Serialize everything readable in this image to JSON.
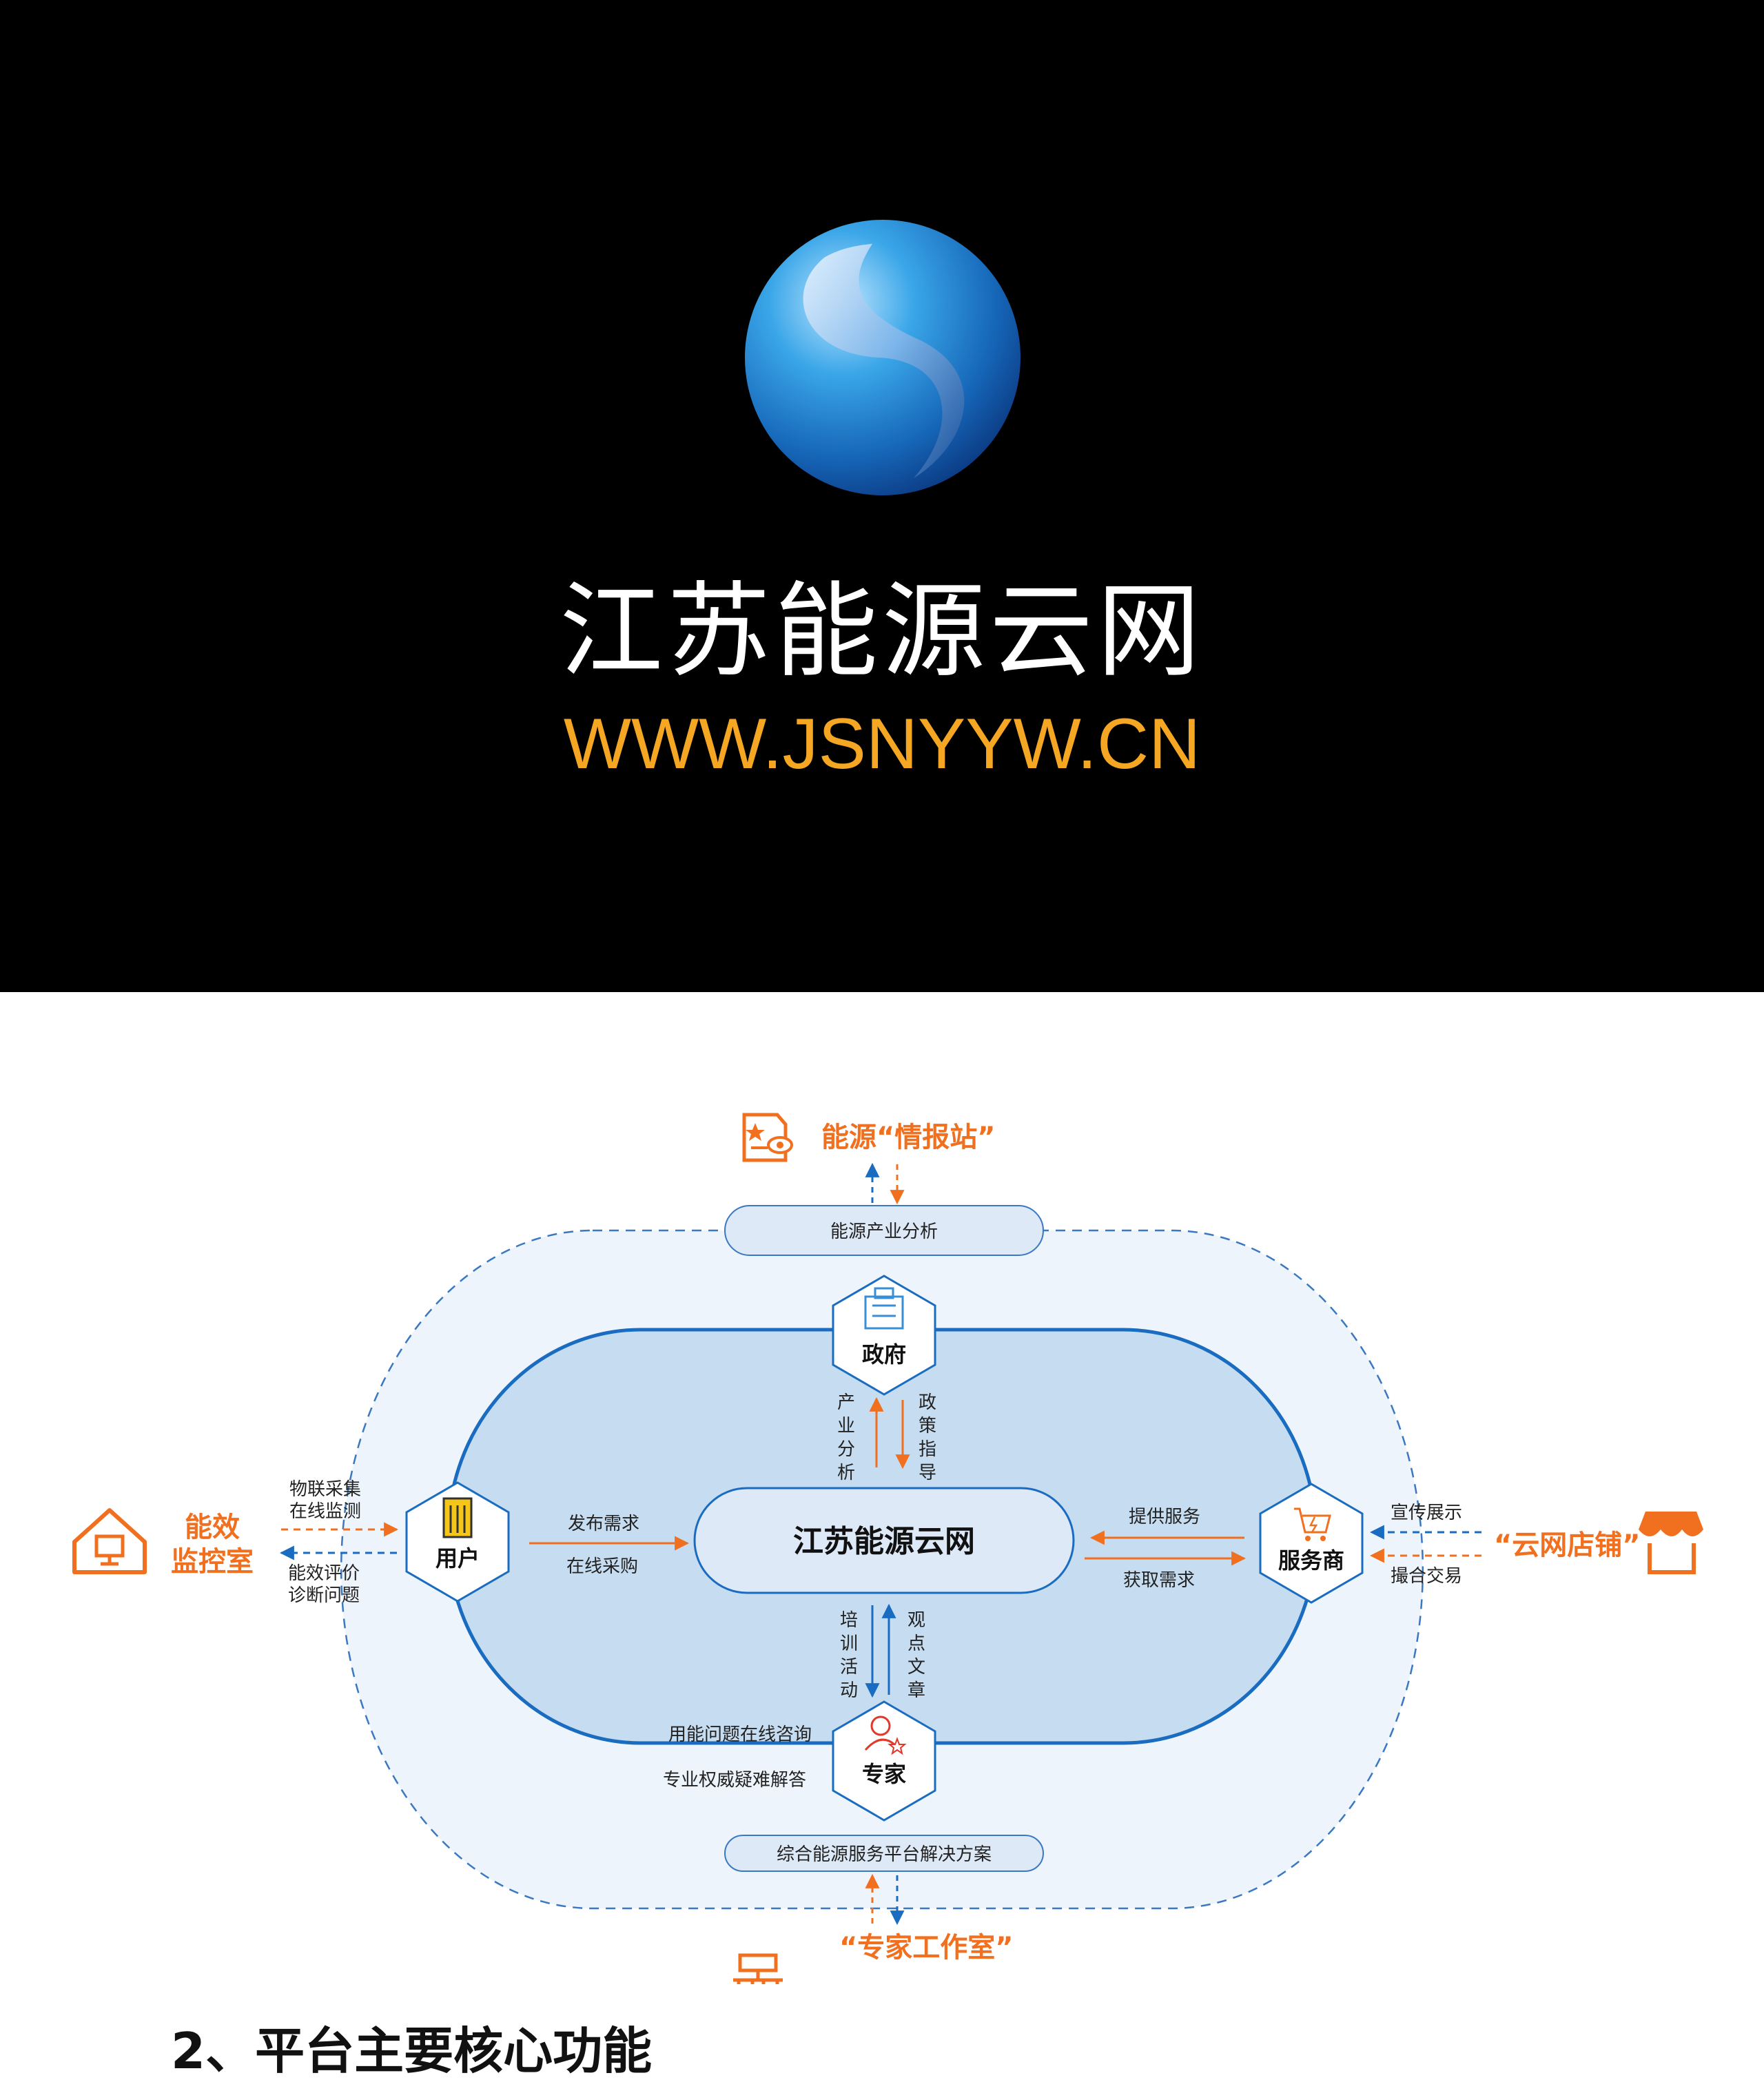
{
  "brand": {
    "title": "江苏能源云网",
    "url": "WWW.JSNYYW.CN",
    "url_color": "#f5a623"
  },
  "section": {
    "title": "2、平台主要核心功能"
  },
  "diagram": {
    "center": "江苏能源云网",
    "top_band_label": "能源产业分析",
    "bottom_band_label": "综合能源服务平台解决方案",
    "nodes": {
      "government": "政府",
      "user": "用户",
      "provider": "服务商",
      "expert": "专家"
    },
    "external": {
      "intel_station": "能源“情报站”",
      "monitor_room_line1": "能效",
      "monitor_room_line2": "监控室",
      "cloud_store": "“云网店铺”",
      "expert_studio": "“专家工作室”"
    },
    "links": {
      "gov_left": [
        "产",
        "业",
        "分",
        "析"
      ],
      "gov_right": [
        "政",
        "策",
        "指",
        "导"
      ],
      "expert_left": [
        "培",
        "训",
        "活",
        "动"
      ],
      "expert_right": [
        "观",
        "点",
        "文",
        "章"
      ],
      "user_top": "发布需求",
      "user_bottom": "在线采购",
      "provider_top": "提供服务",
      "provider_bottom": "获取需求",
      "monitor_top1": "物联采集",
      "monitor_top2": "在线监测",
      "monitor_bottom1": "能效评价",
      "monitor_bottom2": "诊断问题",
      "store_top": "宣传展示",
      "store_bottom": "撮合交易",
      "expert_top": "用能问题在线咨询",
      "expert_bottom": "专业权威疑难解答"
    },
    "colors": {
      "orange": "#f07020",
      "blue": "#1a6cc0",
      "inner_fill": "#c6dcf0",
      "outer_fill": "#eef4fb",
      "pill_fill": "#dde9f6"
    }
  }
}
